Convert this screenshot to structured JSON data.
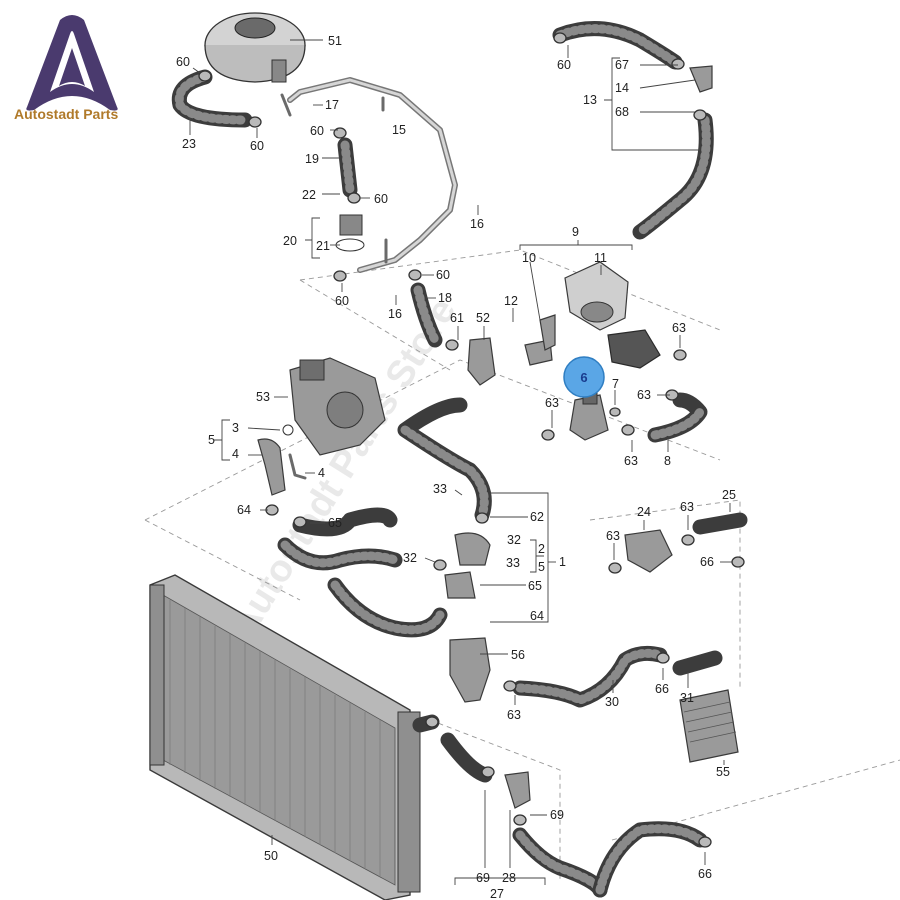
{
  "brand": {
    "name": "Autostadt Parts",
    "logo_icon": "letter-a-logo",
    "accent": "#4a3a6e",
    "name_color": "#b07a2a"
  },
  "watermark": {
    "text": "Autostadt Parts Store"
  },
  "highlight": {
    "label": "6",
    "color": "#5aa6e6"
  },
  "labels": {
    "l1": "1",
    "l2": "2",
    "l3": "3",
    "l4a": "4",
    "l4b": "4",
    "l5a": "5",
    "l5b": "5",
    "l6": "6",
    "l7": "7",
    "l8": "8",
    "l9": "9",
    "l10": "10",
    "l11": "11",
    "l12": "12",
    "l13": "13",
    "l14": "14",
    "l15": "15",
    "l16a": "16",
    "l16b": "16",
    "l17": "17",
    "l18": "18",
    "l19": "19",
    "l20": "20",
    "l21": "21",
    "l22": "22",
    "l23": "23",
    "l24": "24",
    "l25": "25",
    "l27": "27",
    "l28": "28",
    "l30": "30",
    "l31": "31",
    "l32a": "32",
    "l32b": "32",
    "l33a": "33",
    "l33b": "33",
    "l50": "50",
    "l51": "51",
    "l52": "52",
    "l53": "53",
    "l55": "55",
    "l56": "56",
    "l60a": "60",
    "l60b": "60",
    "l60c": "60",
    "l60d": "60",
    "l60e": "60",
    "l60f": "60",
    "l60g": "60",
    "l61": "61",
    "l62": "62",
    "l63a": "63",
    "l63b": "63",
    "l63c": "63",
    "l63d": "63",
    "l63e": "63",
    "l63f": "63",
    "l63g": "63",
    "l64a": "64",
    "l64b": "64",
    "l65a": "65",
    "l65b": "65",
    "l66a": "66",
    "l66b": "66",
    "l66c": "66",
    "l67": "67",
    "l68": "68",
    "l69a": "69",
    "l69b": "69"
  }
}
